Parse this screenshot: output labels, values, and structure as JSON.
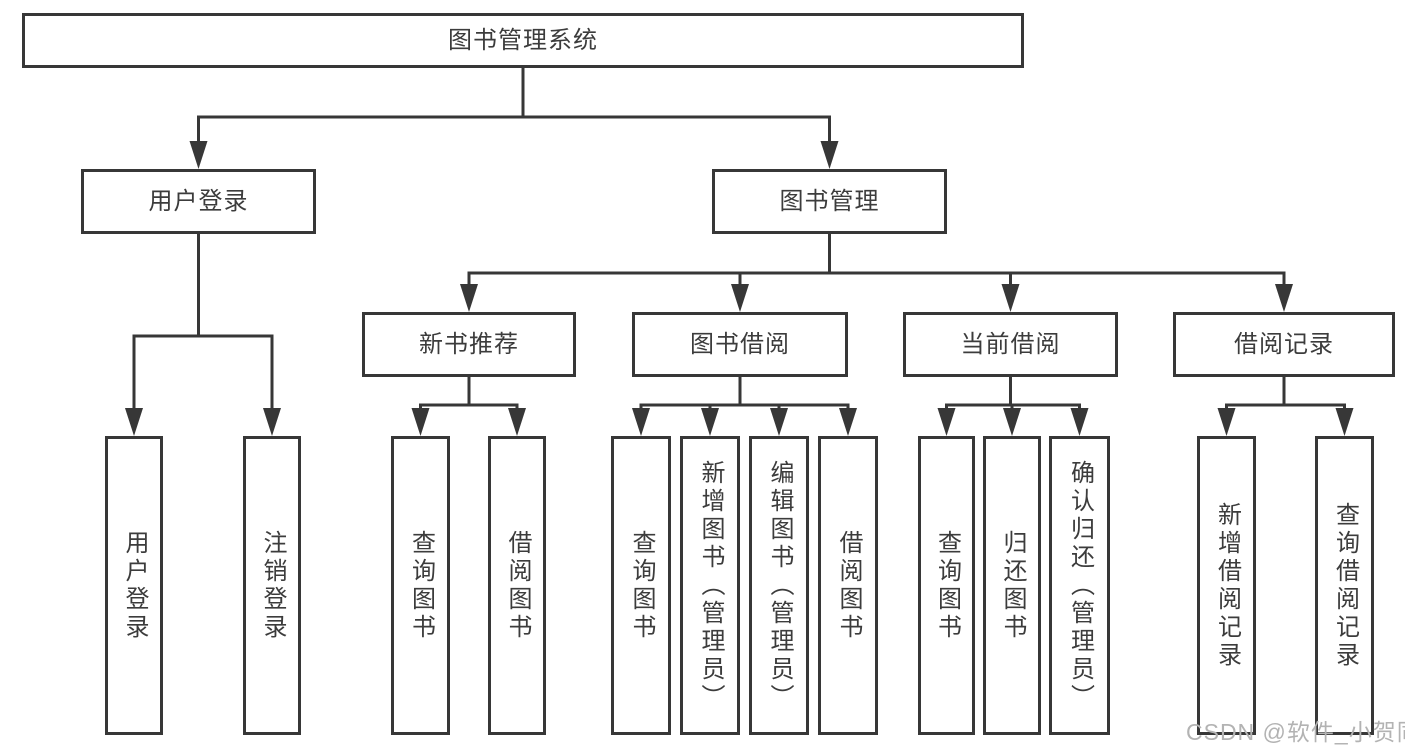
{
  "diagram": {
    "title": "图书管理系统",
    "nodes": [
      {
        "id": "root",
        "label": "图书管理系统",
        "orientation": "horizontal",
        "level": 0
      },
      {
        "id": "user-login",
        "label": "用户登录",
        "orientation": "horizontal",
        "level": 1
      },
      {
        "id": "book-mgmt",
        "label": "图书管理",
        "orientation": "horizontal",
        "level": 1
      },
      {
        "id": "new-book-rec",
        "label": "新书推荐",
        "orientation": "horizontal",
        "level": 2
      },
      {
        "id": "book-borrow",
        "label": "图书借阅",
        "orientation": "horizontal",
        "level": 2
      },
      {
        "id": "current-borrow",
        "label": "当前借阅",
        "orientation": "horizontal",
        "level": 2
      },
      {
        "id": "borrow-record",
        "label": "借阅记录",
        "orientation": "horizontal",
        "level": 2
      },
      {
        "id": "leaf-user-login",
        "label": "用户登录",
        "orientation": "vertical",
        "level": 3
      },
      {
        "id": "leaf-logout",
        "label": "注销登录",
        "orientation": "vertical",
        "level": 3
      },
      {
        "id": "leaf-nb-query",
        "label": "查询图书",
        "orientation": "vertical",
        "level": 3
      },
      {
        "id": "leaf-nb-borrow",
        "label": "借阅图书",
        "orientation": "vertical",
        "level": 3
      },
      {
        "id": "leaf-bw-query",
        "label": "查询图书",
        "orientation": "vertical",
        "level": 3
      },
      {
        "id": "leaf-bw-add",
        "label": "新增图书（管理员）",
        "orientation": "vertical",
        "level": 3
      },
      {
        "id": "leaf-bw-edit",
        "label": "编辑图书（管理员）",
        "orientation": "vertical",
        "level": 3
      },
      {
        "id": "leaf-bw-borrow",
        "label": "借阅图书",
        "orientation": "vertical",
        "level": 3
      },
      {
        "id": "leaf-cu-query",
        "label": "查询图书",
        "orientation": "vertical",
        "level": 3
      },
      {
        "id": "leaf-cu-return",
        "label": "归还图书",
        "orientation": "vertical",
        "level": 3
      },
      {
        "id": "leaf-cu-confirm",
        "label": "确认归还（管理员）",
        "orientation": "vertical",
        "level": 3
      },
      {
        "id": "leaf-rc-add",
        "label": "新增借阅记录",
        "orientation": "vertical",
        "level": 3
      },
      {
        "id": "leaf-rc-query",
        "label": "查询借阅记录",
        "orientation": "vertical",
        "level": 3
      }
    ],
    "edges": [
      [
        "root",
        "user-login"
      ],
      [
        "root",
        "book-mgmt"
      ],
      [
        "user-login",
        "leaf-user-login"
      ],
      [
        "user-login",
        "leaf-logout"
      ],
      [
        "book-mgmt",
        "new-book-rec"
      ],
      [
        "book-mgmt",
        "book-borrow"
      ],
      [
        "book-mgmt",
        "current-borrow"
      ],
      [
        "book-mgmt",
        "borrow-record"
      ],
      [
        "new-book-rec",
        "leaf-nb-query"
      ],
      [
        "new-book-rec",
        "leaf-nb-borrow"
      ],
      [
        "book-borrow",
        "leaf-bw-query"
      ],
      [
        "book-borrow",
        "leaf-bw-add"
      ],
      [
        "book-borrow",
        "leaf-bw-edit"
      ],
      [
        "book-borrow",
        "leaf-bw-borrow"
      ],
      [
        "current-borrow",
        "leaf-cu-query"
      ],
      [
        "current-borrow",
        "leaf-cu-return"
      ],
      [
        "current-borrow",
        "leaf-cu-confirm"
      ],
      [
        "borrow-record",
        "leaf-rc-add"
      ],
      [
        "borrow-record",
        "leaf-rc-query"
      ]
    ]
  },
  "watermark": {
    "text": "CSDN @软件_小贺同学"
  },
  "colors": {
    "line": "#373737",
    "text": "#3c3c3c",
    "background": "#ffffff",
    "watermark": "#b3b3b3"
  }
}
